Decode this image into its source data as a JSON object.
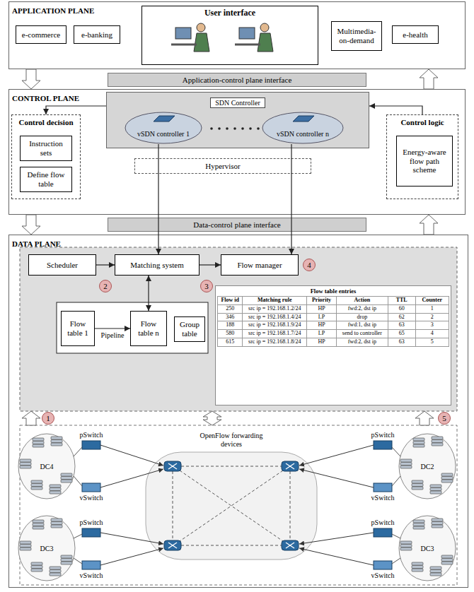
{
  "diagram": {
    "nodes": [
      {
        "text": [
          "APPLICATION PLANE"
        ]
      },
      {
        "text": [
          "e-commerce"
        ],
        "in": 0
      },
      {
        "text": [
          "e-banking"
        ],
        "in": 0
      },
      {
        "text": [
          "User interface"
        ],
        "in": 0
      },
      {
        "text": [
          "Multimedia-on-demand"
        ],
        "in": 0
      },
      {
        "text": [
          "e-health"
        ],
        "in": 0
      },
      {
        "text": [
          "Application-control plane interface"
        ]
      },
      {
        "text": [
          "CONTROL PLANE"
        ]
      },
      {
        "text": [
          "Control decision"
        ],
        "in": 7
      },
      {
        "text": [
          "Instruction sets"
        ],
        "in": 8
      },
      {
        "text": [
          "Define flow table"
        ],
        "in": 8
      },
      {
        "text": [
          "SDN Controller"
        ],
        "in": 7
      },
      {
        "text": [
          "vSDN controller 1"
        ],
        "in": 11
      },
      {
        "text": [
          "vSDN controller n"
        ],
        "in": 11
      },
      {
        "text": [
          "Hypervisor"
        ],
        "in": 7
      },
      {
        "text": [
          "Control logic"
        ],
        "in": 7
      },
      {
        "text": [
          "Energy-aware flow path scheme"
        ],
        "in": 15
      },
      {
        "text": [
          "Data-control plane interface"
        ]
      },
      {
        "text": [
          "DATA PLANE"
        ]
      },
      {
        "text": [
          "Scheduler"
        ],
        "in": 18
      },
      {
        "text": [
          "Matching system"
        ],
        "in": 18
      },
      {
        "text": [
          "Flow manager"
        ],
        "in": 18
      },
      {
        "text": [
          "Flow table 1"
        ],
        "in": 18
      },
      {
        "text": [
          "Flow table n"
        ],
        "in": 18
      },
      {
        "text": [
          "Group table"
        ],
        "in": 18
      },
      {
        "text": [
          "Flow table entries"
        ],
        "in": 18
      }
    ],
    "edges": [
      {
        "from": 0,
        "to": 7,
        "arrow": "to"
      },
      {
        "from": 7,
        "to": 0,
        "arrow": "to"
      },
      {
        "from": 11,
        "to": 8,
        "arrow": "to"
      },
      {
        "from": 15,
        "to": 11,
        "arrow": "to"
      },
      {
        "from": 7,
        "to": 18,
        "arrow": "to"
      },
      {
        "from": 18,
        "to": 7,
        "arrow": "to"
      },
      {
        "from": 12,
        "to": 20,
        "arrow": "to"
      },
      {
        "from": 13,
        "to": 21,
        "arrow": "to"
      },
      {
        "from": 19,
        "to": 20,
        "arrow": "to"
      },
      {
        "from": 20,
        "to": 21,
        "arrow": "to"
      },
      {
        "from": 20,
        "to": 23,
        "arrow": "both"
      },
      {
        "from": 22,
        "to": 23,
        "label": "Pipeline",
        "arrow": "to"
      }
    ],
    "labels": [
      "2",
      "3",
      "4",
      "Flow id",
      "Matching rule",
      "Priority",
      "Action",
      "TTL",
      "Counter",
      "250",
      "src ip = 192.168.1.2/24",
      "HP",
      "fwd:2, dst ip",
      "60",
      "1",
      "346",
      "src ip = 192.168.1.4/24",
      "LP",
      "drop",
      "62",
      "2",
      "188",
      "src ip = 192.168.1.9/24",
      "HP",
      "fwd:1, dst ip",
      "63",
      "3",
      "580",
      "src ip = 192.168.1.7/24",
      "LP",
      "send to controller",
      "65",
      "4",
      "615",
      "src ip = 192.168.1.8/24",
      "HP",
      "fwd:2, dst ip",
      "63",
      "5",
      "1",
      "5",
      "pSwitch",
      "vSwitch",
      "DC4",
      "OpenFlow forwarding devices",
      "pSwitch",
      "vSwitch",
      "DC2",
      "pSwitch",
      "vSwitch",
      "DC3",
      "pSwitch",
      "vSwitch",
      "DC3"
    ]
  }
}
